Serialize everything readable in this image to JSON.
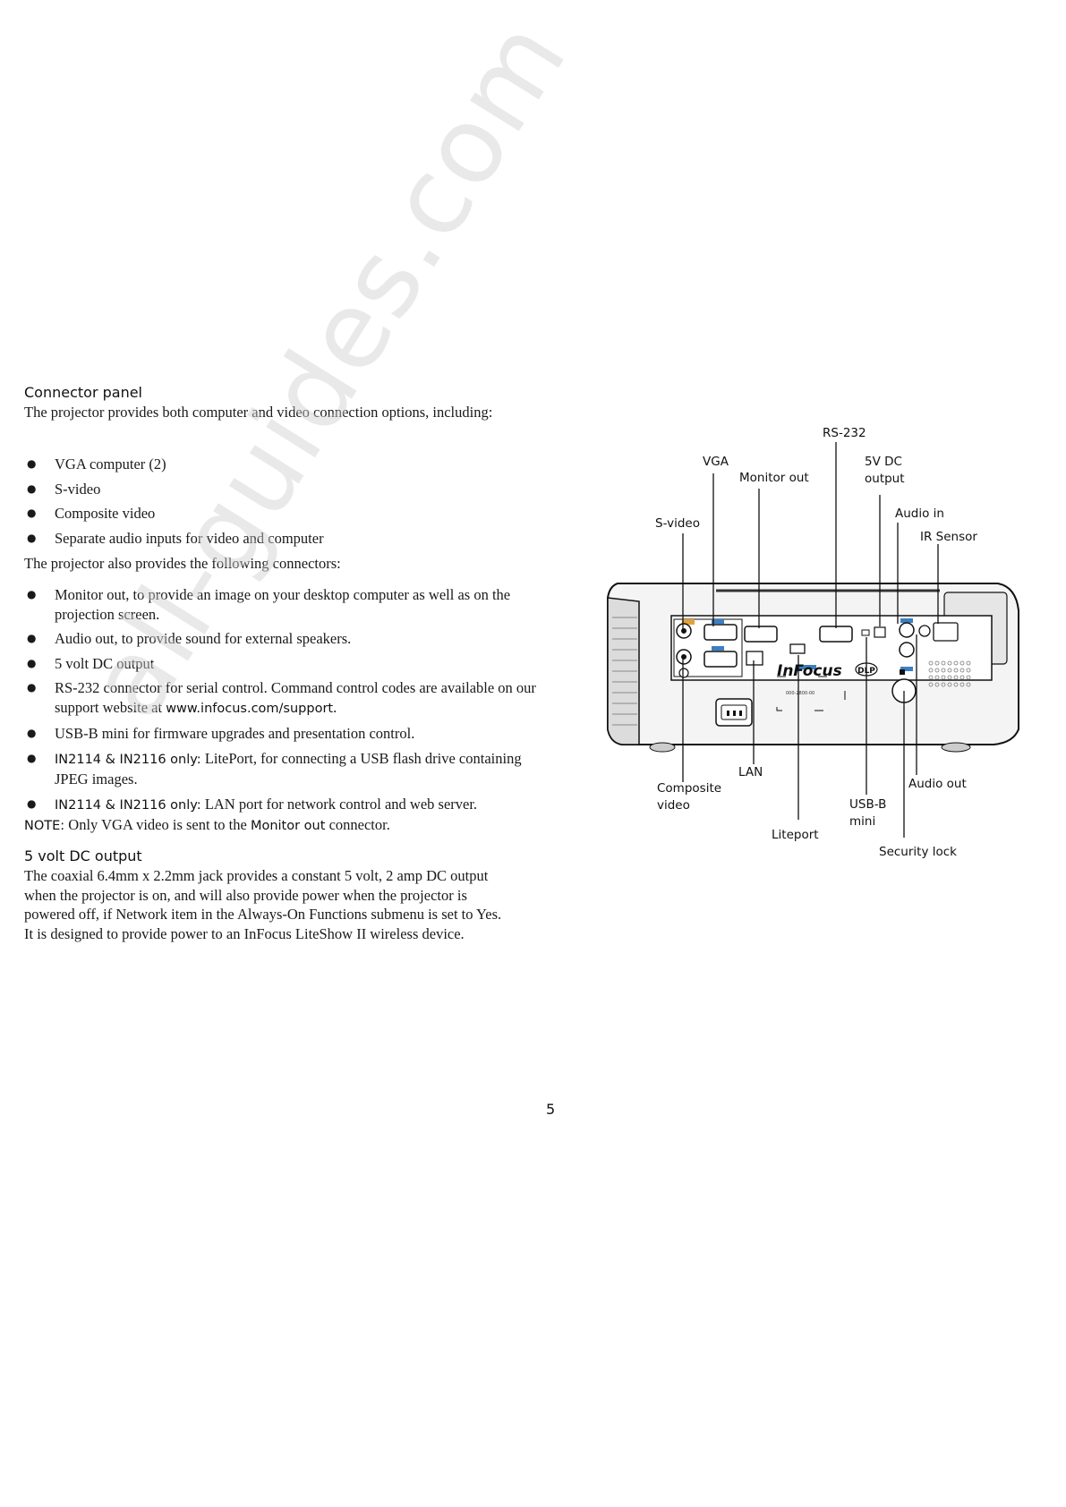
{
  "section1": {
    "heading": "Connector panel",
    "intro": "The projector provides both computer and video connection options, including:",
    "inputs": [
      "VGA computer (2)",
      "S-video",
      "Composite video",
      "Separate audio inputs for video and computer"
    ],
    "also_text": "The projector also provides the following connectors:",
    "connectors": {
      "monitor_out": "Monitor out, to provide an image on your desktop computer as well as on the projection screen.",
      "audio_out": "Audio out, to provide sound for external speakers.",
      "dc_out": "5 volt DC output",
      "rs232_text": "RS-232 connector for serial control. Command control codes are available on our support website at",
      "rs232_link": "www.infocus.com/support",
      "rs232_end": ".",
      "usb": "USB-B mini for firmware upgrades and presentation control.",
      "liteport_prefix": "IN2114 & IN2116 only:",
      "liteport_text": "LitePort, for connecting a USB flash drive containing JPEG images.",
      "lan_prefix": "IN2114 & IN2116 only:",
      "lan_text": "LAN port for network control and web server."
    },
    "note_label": "NOTE:",
    "note_text": "Only VGA video is sent to the",
    "note_highlight": "Monitor out",
    "note_end": "connector."
  },
  "section2": {
    "heading": "5 volt DC output",
    "body": "The coaxial 6.4mm x 2.2mm jack provides a constant 5 volt, 2 amp DC output when the projector is on, and will also provide power when the projector is powered off, if Network item in the Always-On Functions submenu is set to Yes. It is designed to provide power to an InFocus LiteShow II wireless device."
  },
  "diagram": {
    "callouts": {
      "rs232": "RS-232",
      "vga": "VGA",
      "monitor_out": "Monitor out",
      "dc_line1": "5V DC",
      "dc_line2": "output",
      "svideo": "S-video",
      "audio_in": "Audio in",
      "ir_sensor": "IR Sensor",
      "composite_line1": "Composite",
      "composite_line2": "video",
      "lan": "LAN",
      "liteport": "Liteport",
      "usb_line1": "USB-B",
      "usb_line2": "mini",
      "audio_out": "Audio out",
      "security_lock": "Security lock"
    },
    "brand": "InFocus",
    "dlp": "DLP",
    "panel_code": "000-2800-00"
  },
  "page_number": "5",
  "watermark": "all-guides.com"
}
